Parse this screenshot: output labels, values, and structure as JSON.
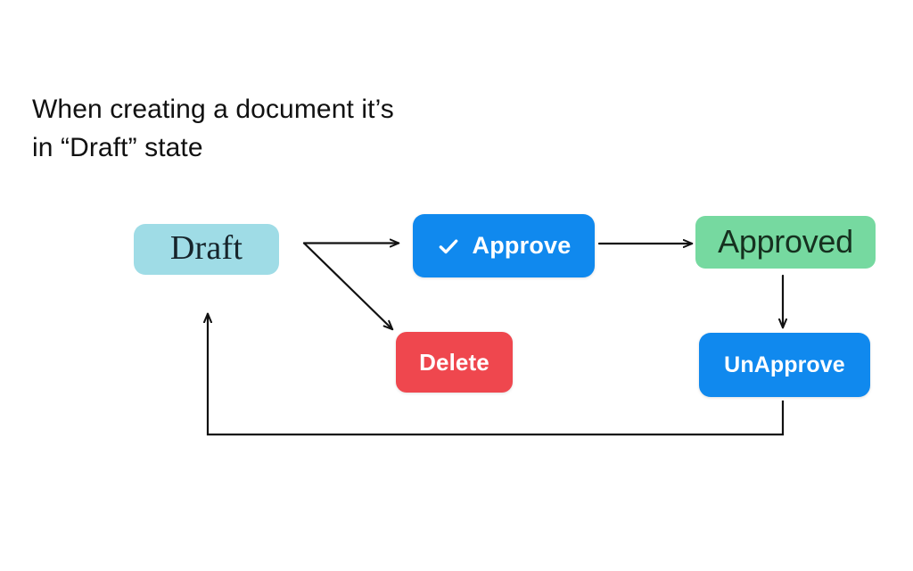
{
  "caption": {
    "text": "When creating a document it’s\nin “Draft” state"
  },
  "diagram": {
    "type": "state-flow",
    "nodes": [
      {
        "id": "draft",
        "label": "Draft",
        "kind": "state",
        "color": "#9FDCE6",
        "text_color": "#16242b"
      },
      {
        "id": "approve",
        "label": "Approve",
        "kind": "action-button",
        "icon": "check-icon",
        "color": "#1089EE",
        "text_color": "#FFFFFF"
      },
      {
        "id": "approved",
        "label": "Approved",
        "kind": "state",
        "color": "#76D9A0",
        "text_color": "#16301f"
      },
      {
        "id": "delete",
        "label": "Delete",
        "kind": "action-button",
        "color": "#EF474E",
        "text_color": "#FFFFFF"
      },
      {
        "id": "unapprove",
        "label": "UnApprove",
        "kind": "action-button",
        "color": "#1089EE",
        "text_color": "#FFFFFF"
      }
    ],
    "edges": [
      {
        "id": "draft-to-approve",
        "from": "draft",
        "to": "approve",
        "style": "straight"
      },
      {
        "id": "draft-to-delete",
        "from": "draft",
        "to": "delete",
        "style": "diagonal"
      },
      {
        "id": "approve-to-approved",
        "from": "approve",
        "to": "approved",
        "style": "straight"
      },
      {
        "id": "approved-to-unapprove",
        "from": "approved",
        "to": "unapprove",
        "style": "vertical"
      },
      {
        "id": "unapprove-to-draft",
        "from": "unapprove",
        "to": "draft",
        "style": "orthogonal-return"
      }
    ],
    "arrow_color": "#111111",
    "background": "#FFFFFF"
  }
}
